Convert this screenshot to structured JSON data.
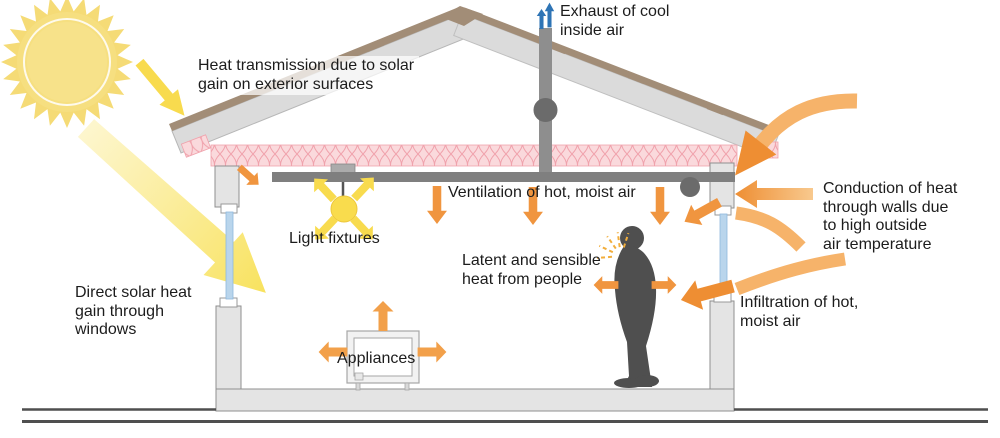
{
  "labels": {
    "heat_transmission": {
      "line1": "Heat transmission due to solar",
      "line2": "gain on exterior surfaces"
    },
    "exhaust": {
      "line1": "Exhaust of cool",
      "line2": "inside air"
    },
    "ventilation": {
      "line1": "Ventilation of hot, moist air"
    },
    "light_fixtures": {
      "line1": "Light fixtures"
    },
    "latent": {
      "line1": "Latent and sensible",
      "line2": "heat from people"
    },
    "appliances": {
      "line1": "Appliances"
    },
    "direct_solar": {
      "line1": "Direct solar heat",
      "line2": "gain through",
      "line3": "windows"
    },
    "conduction": {
      "line1": "Conduction of heat",
      "line2": "through walls due",
      "line3": "to high outside",
      "line4": "air temperature"
    },
    "infiltration": {
      "line1": "Infiltration of hot,",
      "line2": "moist air"
    }
  },
  "colors": {
    "heat_arrow": "#F0953F",
    "heat_arrow_dark": "#EE8E33",
    "heat_arrow_light": "#F6B36A",
    "cool_arrow": "#2E74B5",
    "solar_yellow": "#F8DB4E",
    "sun_yellow": "#F5DB76",
    "insulation_pink": "#FAD9DC",
    "roof_gray": "#DBDBDB",
    "roof_brown": "#A28D77",
    "wall_gray": "#E4E4E4",
    "person_gray": "#4F4F4F",
    "window_blue": "#B9D5EC"
  }
}
